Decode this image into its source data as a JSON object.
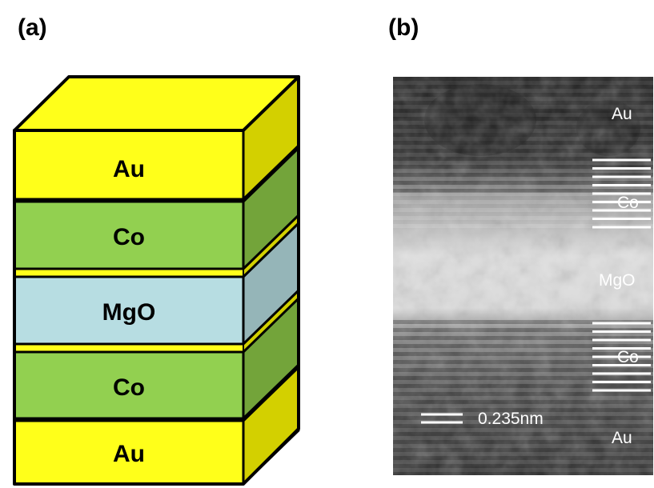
{
  "panels": {
    "a": {
      "label": "(a)",
      "layers": [
        {
          "name": "Au",
          "color": "#ffff1a",
          "side": "#d3d000"
        },
        {
          "name": "Co",
          "color": "#92d050",
          "side": "#73a43a"
        },
        {
          "name": "MgO",
          "color": "#b7dde2",
          "side": "#95b5b8"
        },
        {
          "name": "Co",
          "color": "#92d050",
          "side": "#73a43a"
        },
        {
          "name": "Au",
          "color": "#ffff1a",
          "side": "#d3d000"
        }
      ]
    },
    "b": {
      "label": "(b)",
      "labels": [
        "Au",
        "Co",
        "MgO",
        "Co",
        "Au"
      ],
      "scale_bar": "0.235nm"
    }
  }
}
